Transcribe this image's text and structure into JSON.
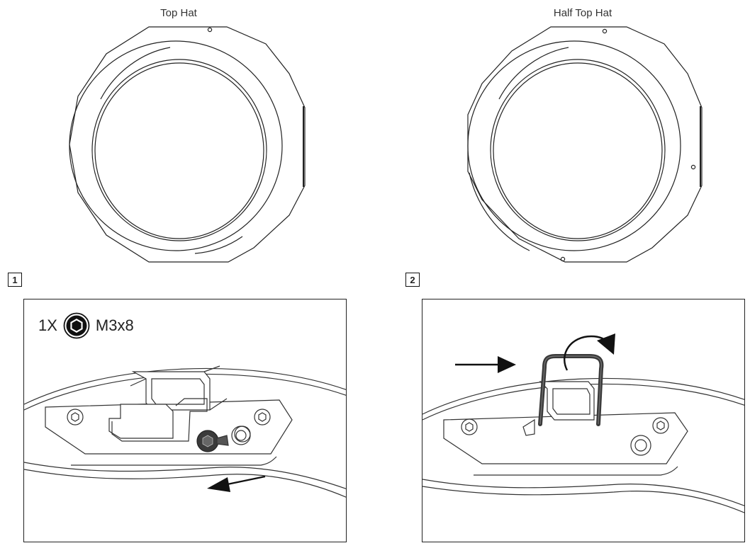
{
  "figures": {
    "left_title": "Top Hat",
    "right_title": "Half Top Hat"
  },
  "steps": [
    {
      "number": "1",
      "quantity": "1X",
      "part": "M3x8",
      "icon": "hex-socket-screw-icon"
    },
    {
      "number": "2"
    }
  ],
  "colors": {
    "line": "#222222",
    "fill": "#ffffff",
    "dark_part": "#444444"
  }
}
